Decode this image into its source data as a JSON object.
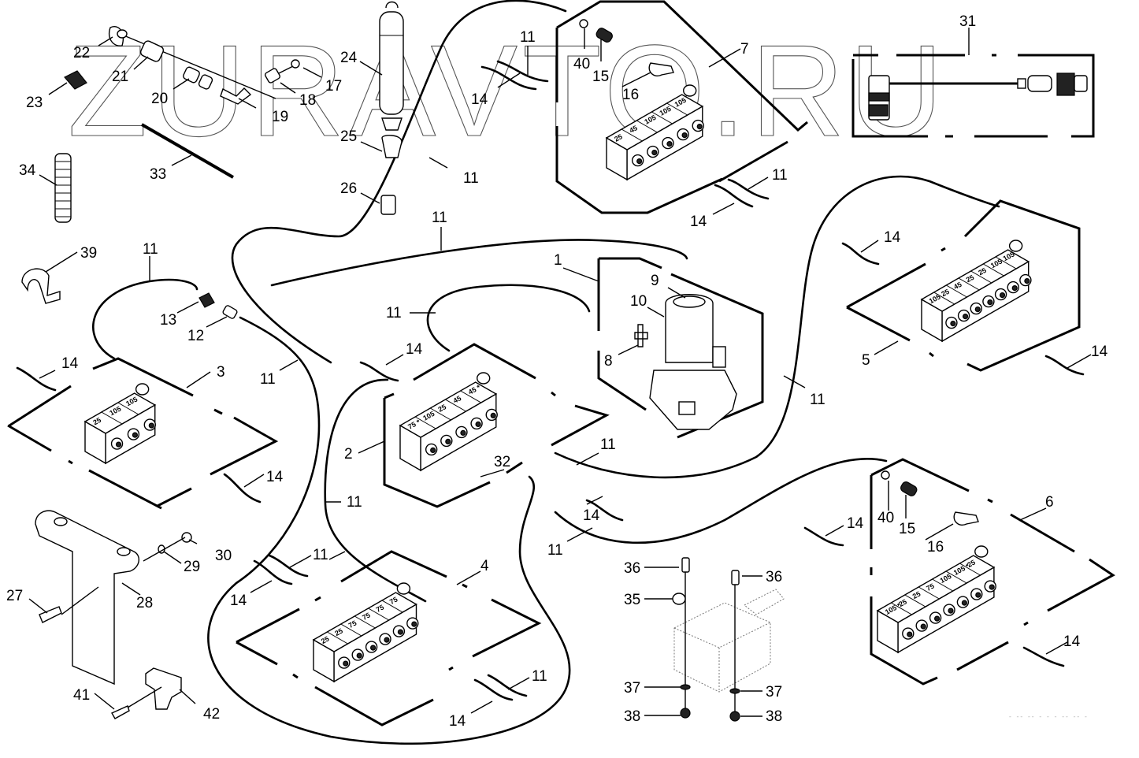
{
  "diagram": {
    "title": "Centralized lubrication system parts diagram",
    "watermark": "ZURAVTO.RU",
    "footer_code": "- -- -- - - - -- -- -"
  },
  "callouts": {
    "c1": "1",
    "c2": "2",
    "c3": "3",
    "c4": "4",
    "c5": "5",
    "c6": "6",
    "c7": "7",
    "c8": "8",
    "c9": "9",
    "c10": "10",
    "c11a": "11",
    "c11b": "11",
    "c11c": "11",
    "c11d": "11",
    "c11e": "11",
    "c11f": "11",
    "c11g": "11",
    "c11h": "11",
    "c11i": "11",
    "c11j": "11",
    "c11k": "11",
    "c11l": "11",
    "c11m": "11",
    "c11n": "11",
    "c12": "12",
    "c13": "13",
    "c14a": "14",
    "c14b": "14",
    "c14c": "14",
    "c14d": "14",
    "c14e": "14",
    "c14f": "14",
    "c14g": "14",
    "c14h": "14",
    "c14i": "14",
    "c14j": "14",
    "c14k": "14",
    "c14l": "14",
    "c14m": "14",
    "c15a": "15",
    "c15b": "15",
    "c16a": "16",
    "c16b": "16",
    "c17": "17",
    "c18": "18",
    "c19": "19",
    "c20": "20",
    "c21": "21",
    "c22": "22",
    "c23": "23",
    "c24": "24",
    "c25": "25",
    "c26": "26",
    "c27": "27",
    "c28": "28",
    "c29": "29",
    "c30": "30",
    "c31": "31",
    "c32": "32",
    "c33": "33",
    "c34": "34",
    "c35": "35",
    "c36a": "36",
    "c36b": "36",
    "c37a": "37",
    "c37b": "37",
    "c38a": "38",
    "c38b": "38",
    "c39": "39",
    "c40a": "40",
    "c40b": "40",
    "c41": "41",
    "c42": "42"
  },
  "distributors": {
    "block3": [
      "25",
      "105",
      "105"
    ],
    "block2": [
      "75 *",
      "105",
      "25",
      "45",
      "45 *"
    ],
    "block4": [
      "25",
      "25",
      "75",
      "75",
      "75",
      "75"
    ],
    "block5": [
      "105",
      "25",
      "45",
      "25",
      "25",
      "105",
      "105"
    ],
    "block6": [
      "105 *",
      "25",
      "25",
      "75",
      "105",
      "105 *",
      "25"
    ],
    "block7": [
      "25",
      "45",
      "105",
      "105",
      "105"
    ]
  }
}
